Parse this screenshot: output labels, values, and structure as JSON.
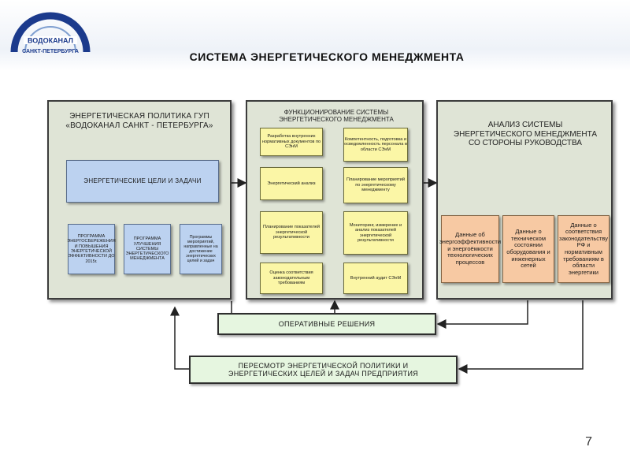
{
  "logo": {
    "brand": "ВОДОКАНАЛ",
    "city": "САНКТ-ПЕТЕРБУРГА"
  },
  "title": "СИСТЕМА ЭНЕРГЕТИЧЕСКОГО МЕНЕДЖМЕНТА",
  "left_panel": {
    "heading": "ЭНЕРГЕТИЧЕСКАЯ ПОЛИТИКА ГУП «ВОДОКАНАЛ САНКТ - ПЕТЕРБУРГА»",
    "goals": "ЭНЕРГЕТИЧЕСКИЕ ЦЕЛИ И ЗАДАЧИ",
    "programs": [
      "ПРОГРАММА ЭНЕРГОСБЕРЕЖЕНИЯ И ПОВЫШЕНИЯ ЭНЕРГЕТИЧЕСКОЙ ЭФФЕКТИВНОСТИ ДО 2015г.",
      "ПРОГРАММА УЛУЧШЕНИЯ СИСТЕМЫ ЭНЕРГЕТИЧЕСКОГО МЕНЕДЖМЕНТА",
      "Программы мероприятий, направленные на достижение энергетических целей и задач"
    ]
  },
  "middle_panel": {
    "heading": "ФУНКЦИОНИРОВАНИЕ СИСТЕМЫ ЭНЕРГЕТИЧЕСКОГО МЕНЕДЖМЕНТА",
    "items": [
      "Разработка внутренних нормативных документов по СЭнМ",
      "Компетентность, подготовка и осведомленность персонала в области СЭнМ",
      "Энергетический анализ",
      "Планирование мероприятий по энергетическому менеджменту",
      "Планирование показателей энергетической результативности",
      "Мониторинг, измерение и анализ показателей энергетической результативности",
      "Оценка соответствия законодательным требованиям",
      "Внутренний аудит СЭнМ"
    ]
  },
  "right_panel": {
    "heading": "АНАЛИЗ СИСТЕМЫ ЭНЕРГЕТИЧЕСКОГО МЕНЕДЖМЕНТА СО СТОРОНЫ РУКОВОДСТВА",
    "data_boxes": [
      "Данные об энергоэффективности и энергоёмкости технологических процессов",
      "Данные о техническом состоянии оборудования и инженерных сетей",
      "Данные о соответствия законодательству РФ и нормативным требованиям в области энергетики"
    ]
  },
  "operative": "ОПЕРАТИВНЫЕ РЕШЕНИЯ",
  "review": "ПЕРЕСМОТР ЭНЕРГЕТИЧЕСКОЙ ПОЛИТИКИ И ЭНЕРГЕТИЧЕСКИХ ЦЕЛЕЙ И ЗАДАЧ ПРЕДПРИЯТИЯ",
  "page_number": "7"
}
